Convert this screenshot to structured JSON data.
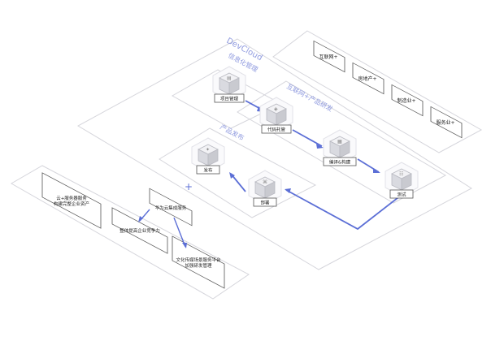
{
  "platform_title": "DevCloud",
  "sections": {
    "info_mgmt": "信息化管理",
    "dev": "互联网+产品研发",
    "release": "产品发布"
  },
  "stages": {
    "project_mgmt": "项目管理",
    "code_hosting": "代码托管",
    "compile_build": "编译&构建",
    "test": "测试",
    "deploy": "部署",
    "publish": "发布"
  },
  "right_panel": [
    "互联网+",
    "房地产+",
    "制造业+",
    "服务业+"
  ],
  "left_panel": {
    "info_box": "云+服务器服务\n构建完整企业资产",
    "center_box": "华为云集成服务",
    "middle_box": "整体提高企业竞争力",
    "bottom_box": "文化传媒场景服务平台\n加强研发管理",
    "plus_sign": "+"
  },
  "colors": {
    "line": "#d6d6dc",
    "accent": "#5c6fd6",
    "title": "#8f9adf",
    "box_border": "#555555",
    "icon_body": "#e6e6ea",
    "icon_shade": "#c9cad0"
  }
}
